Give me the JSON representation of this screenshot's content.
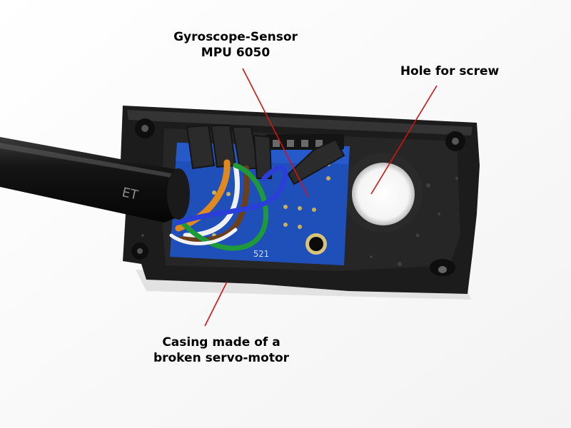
{
  "annotations": {
    "gyro": {
      "line1": "Gyroscope-Sensor",
      "line2": "MPU 6050"
    },
    "hole": {
      "line1": "Hole for screw"
    },
    "casing": {
      "line1": "Casing made of a",
      "line2": "broken servo-motor"
    }
  },
  "colors": {
    "background": "#ffffff",
    "casing": "#1c1c1c",
    "pcb": "#1f4fb8",
    "cable": "#101010",
    "pointer_lines": "#d01414",
    "label_text": "#000000"
  },
  "cable_print": "ЕТ"
}
